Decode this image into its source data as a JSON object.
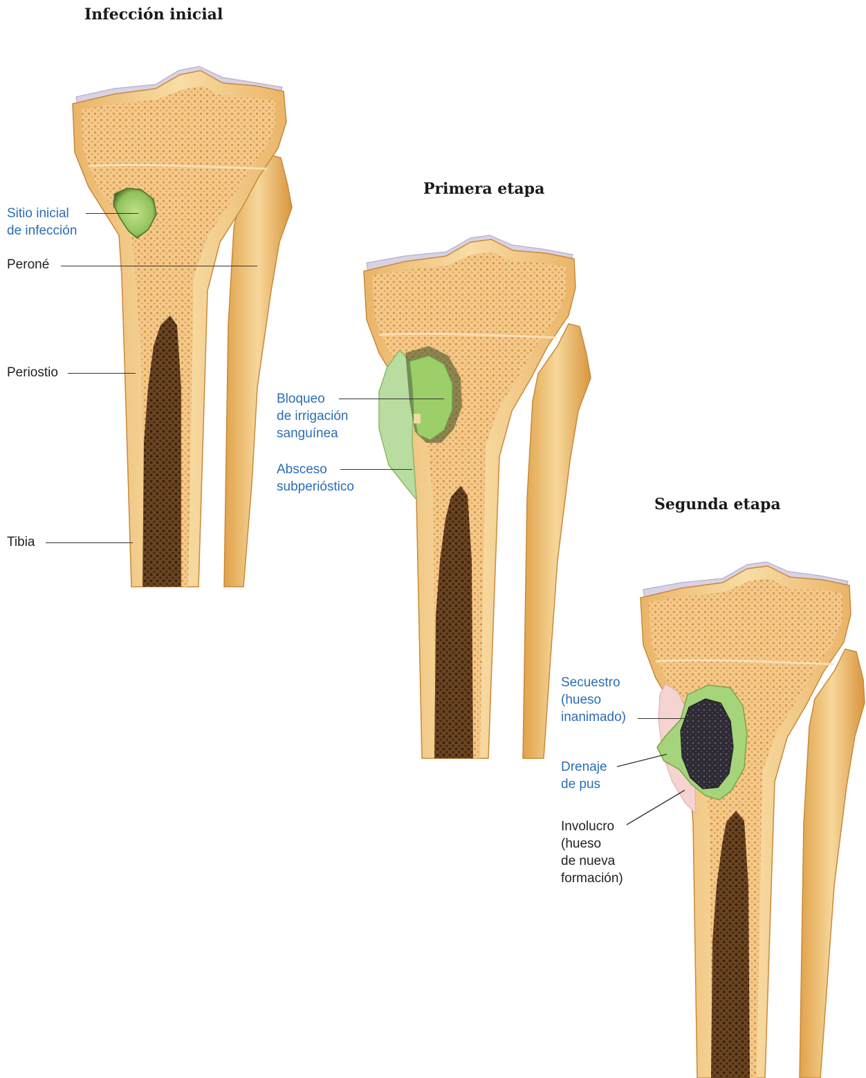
{
  "panels": {
    "initial": {
      "title": "Infección inicial",
      "labels": {
        "infection_site": [
          "Sitio inicial",
          "de infección"
        ],
        "fibula": "Peroné",
        "periosteum": "Periostio",
        "tibia": "Tibia"
      }
    },
    "first": {
      "title": "Primera etapa",
      "labels": {
        "blood_block": [
          "Bloqueo",
          "de irrigación",
          "sanguínea"
        ],
        "abscess": [
          "Absceso",
          "subperióstico"
        ]
      }
    },
    "second": {
      "title": "Segunda etapa",
      "labels": {
        "sequestrum": [
          "Secuestro",
          "(hueso",
          "inanimado)"
        ],
        "pus_drain": [
          "Drenaje",
          "de pus"
        ],
        "involucrum": [
          "Involucro",
          "(hueso",
          "de nueva",
          "formación)"
        ]
      }
    }
  },
  "colors": {
    "highlight_label": "#2a6db5",
    "plain_label": "#1f1f1f",
    "bone_cortex": "#f1c77c",
    "cancellous_bone": "#f4c98b",
    "marrow": "#5a3a1c",
    "infection": "#9ccf6a",
    "abscess": "#b9dca0",
    "sequestrum": "#2f2c36",
    "involucrum": "#f4d3d0",
    "cartilage": "#d9d2e4"
  }
}
